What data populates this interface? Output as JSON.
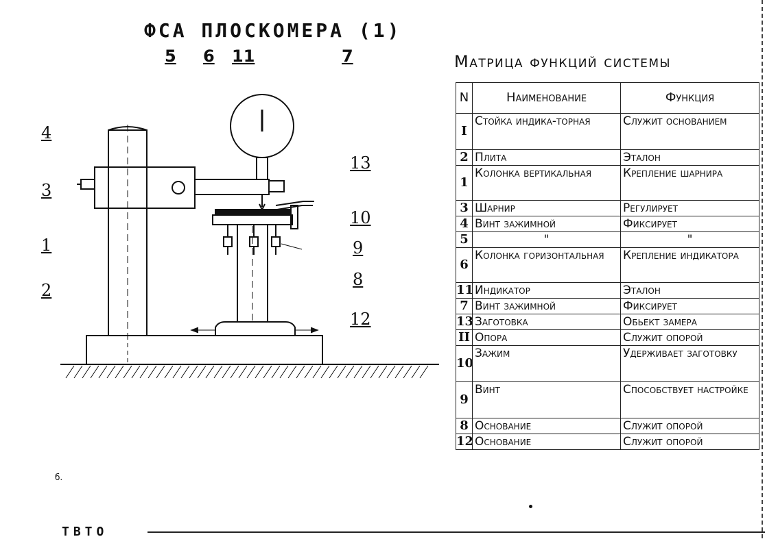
{
  "header": {
    "title": "ФСА   ПЛОСКОМЕРА (1)",
    "top_labels": [
      "5",
      "6",
      "11",
      "7"
    ]
  },
  "diagram": {
    "left_labels": [
      "4",
      "3",
      "1",
      "2"
    ],
    "right_labels": [
      "13",
      "10",
      "9",
      "8",
      "12"
    ]
  },
  "matrix": {
    "title": "Матрица функций системы",
    "columns": [
      "N",
      "Наименование",
      "Функция"
    ],
    "rows": [
      {
        "n": "I",
        "name": "Стойка индика-торная",
        "func": "Служит основанием"
      },
      {
        "n": "2",
        "name": "Плита",
        "func": "Эталон"
      },
      {
        "n": "1",
        "name": "Колонка вертикальная",
        "func": "Крепление шарнира"
      },
      {
        "n": "3",
        "name": "Шарнир",
        "func": "Регулирует"
      },
      {
        "n": "4",
        "name": "Винт зажимной",
        "func": "Фиксирует"
      },
      {
        "n": "5",
        "name": "\"",
        "func": "\""
      },
      {
        "n": "6",
        "name": "Колонка горизонтальная",
        "func": "Крепление индикатора"
      },
      {
        "n": "11",
        "name": "Индикатор",
        "func": "Эталон"
      },
      {
        "n": "7",
        "name": "Винт зажимной",
        "func": "Фиксирует"
      },
      {
        "n": "13",
        "name": "Заготовка",
        "func": "Обьект замера"
      },
      {
        "n": "II",
        "name": "Опора",
        "func": "Служит опорой"
      },
      {
        "n": "10",
        "name": "Зажим",
        "func": "Удерживает заготовку"
      },
      {
        "n": "9",
        "name": "Винт",
        "func": "Способствует настройке"
      },
      {
        "n": "8",
        "name": "Основание",
        "func": "Служит опорой"
      },
      {
        "n": "12",
        "name": "Основание",
        "func": "Служит опорой"
      }
    ]
  },
  "footer": {
    "stamp": "ТВТО",
    "mark": "б."
  }
}
